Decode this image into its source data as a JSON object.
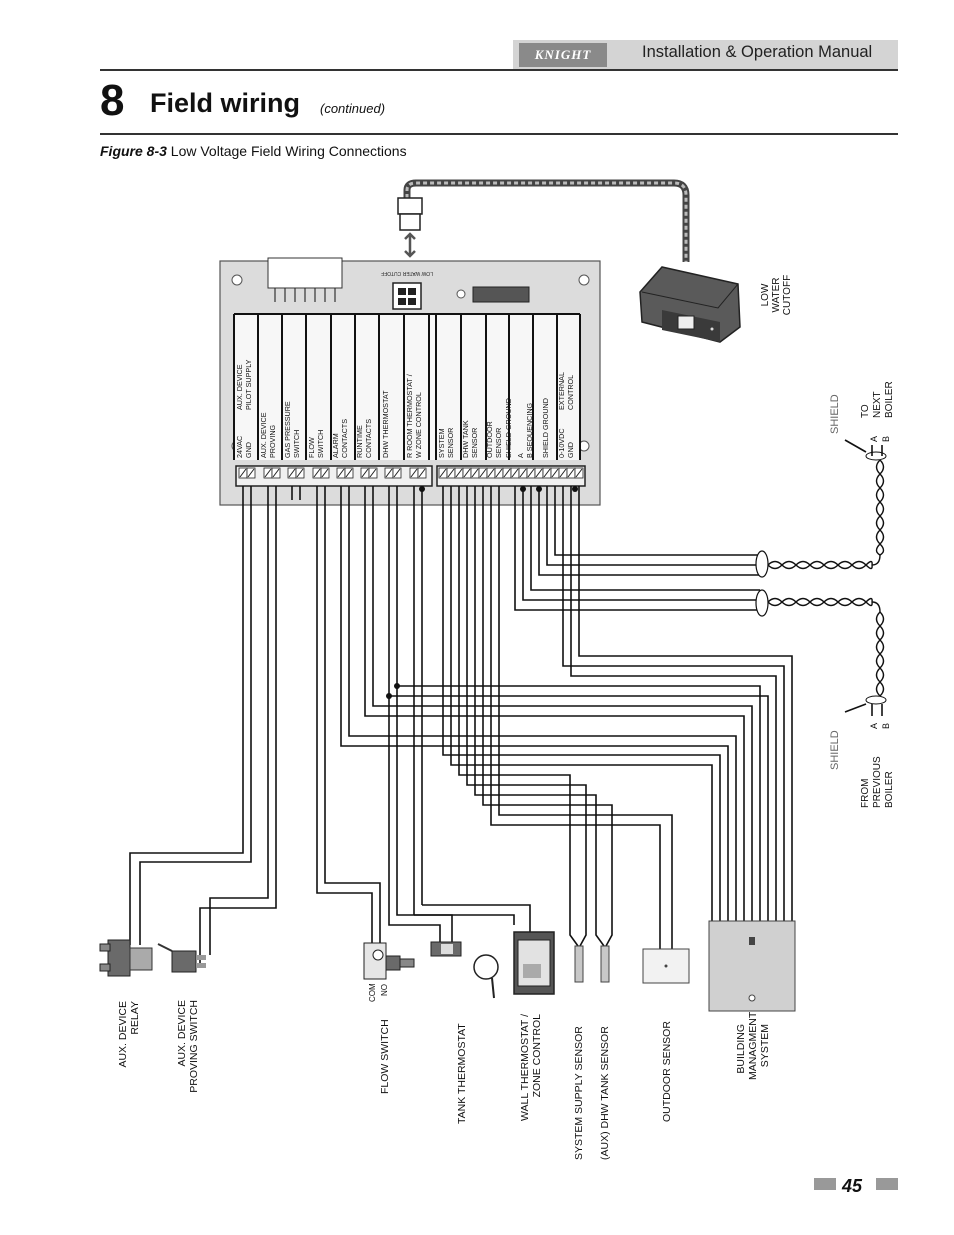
{
  "header": {
    "brand": "KNIGHT",
    "manual_title": "Installation & Operation Manual",
    "section_number": "8",
    "section_title": "Field wiring",
    "section_note": "(continued)"
  },
  "figure": {
    "label": "Figure 8-3",
    "title": "Low Voltage Field Wiring Connections"
  },
  "board": {
    "lwco_plug_label": "LOW WATER CUTOFF",
    "terminals": [
      {
        "lines": [
          "24VAC",
          "GND"
        ]
      },
      {
        "lines": [
          "AUX. DEVICE",
          "PILOT SUPPLY"
        ]
      },
      {
        "lines": [
          "AUX. DEVICE",
          "PROVING"
        ]
      },
      {
        "lines": [
          "GAS PRESSURE",
          "SWITCH"
        ]
      },
      {
        "lines": [
          "FLOW",
          "SWITCH"
        ]
      },
      {
        "lines": [
          "ALARM",
          "CONTACTS"
        ]
      },
      {
        "lines": [
          "RUNTIME",
          "CONTACTS"
        ]
      },
      {
        "lines": [
          "DHW THERMOSTAT"
        ]
      },
      {
        "lines": [
          "R    ROOM THERMOSTAT /",
          "W   ZONE CONTROL"
        ]
      },
      {
        "lines": [
          "SYSTEM",
          "SENSOR"
        ]
      },
      {
        "lines": [
          "DHW TANK",
          "SENSOR"
        ]
      },
      {
        "lines": [
          "OUTDOOR",
          "SENSOR"
        ]
      },
      {
        "lines": [
          "SHIELD GROUND"
        ]
      },
      {
        "lines": [
          "A",
          "B      SEQUENCING"
        ]
      },
      {
        "lines": [
          "SHIELD GROUND"
        ]
      },
      {
        "lines": [
          "0-10VDC",
          "GND"
        ]
      },
      {
        "lines": [
          "EXTERNAL",
          "CONTROL"
        ]
      }
    ]
  },
  "right_labels": {
    "lwco": [
      "LOW WATER",
      "CUTOFF"
    ],
    "to_next": [
      "TO",
      "NEXT",
      "BOILER"
    ],
    "from_prev": [
      "FROM",
      "PREVIOUS",
      "BOILER"
    ],
    "shield": "SHIELD",
    "a": "A",
    "b": "B"
  },
  "devices": {
    "aux_relay": [
      "AUX. DEVICE",
      "RELAY"
    ],
    "aux_proving": [
      "AUX. DEVICE",
      "PROVING SWITCH"
    ],
    "com": "COM",
    "no": "NO",
    "flow_switch": "FLOW SWITCH",
    "tank_thermostat": "TANK THERMOSTAT",
    "wall_thermostat": [
      "WALL THERMOSTAT /",
      "ZONE CONTROL"
    ],
    "system_supply": "SYSTEM SUPPLY SENSOR",
    "dhw_tank": "(AUX) DHW TANK SENSOR",
    "outdoor": "OUTDOOR SENSOR",
    "bms": [
      "BUILDING",
      "MANAGMENT",
      "SYSTEM"
    ]
  },
  "footer": {
    "page": "45"
  }
}
